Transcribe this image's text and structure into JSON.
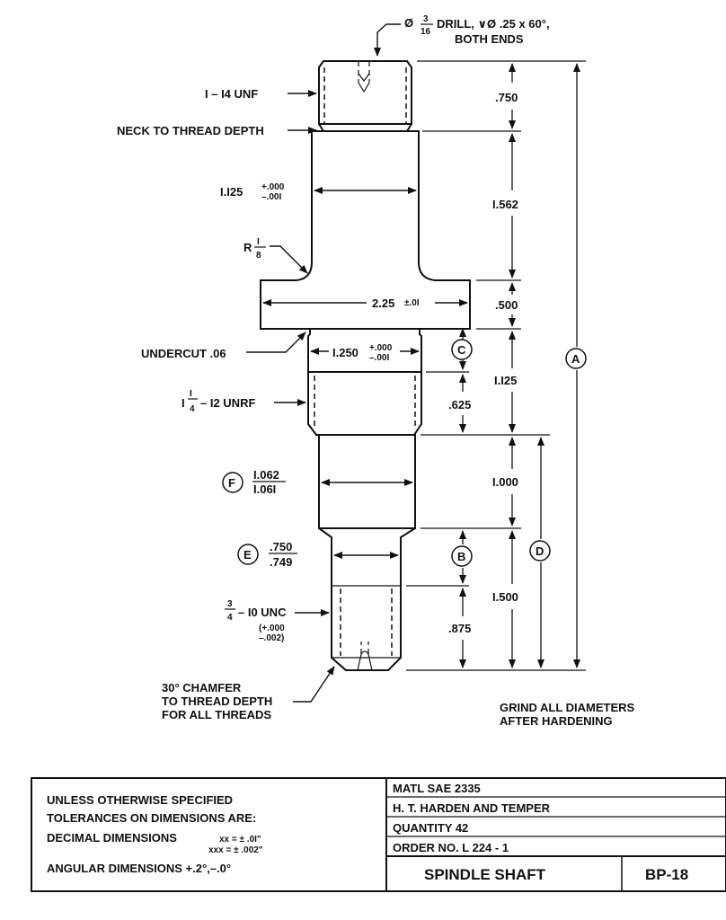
{
  "drawing": {
    "drill_note": {
      "dia": "Ø",
      "num": "3",
      "den": "16",
      "text": "DRILL, ∨Ø .25 x 60°,",
      "line2": "BOTH ENDS"
    },
    "thread_top": "I – I4 UNF",
    "neck": "NECK TO THREAD DEPTH",
    "dia_1125": "I.I25",
    "tol_1125_plus": "+.000",
    "tol_1125_minus": "–.00I",
    "radius": {
      "r": "R",
      "num": "I",
      "den": "8"
    },
    "flange": {
      "value": "2.25",
      "tol": "±.0I"
    },
    "undercut": "UNDERCUT .06",
    "dia_1250": "I.250",
    "tol_1250_plus": "+.000",
    "tol_1250_minus": "–.00I",
    "unrf": {
      "whole": "I",
      "num": "I",
      "den": "4",
      "text": "– I2 UNRF"
    },
    "f_label": "F",
    "f_num": "I.062",
    "f_den": "I.06I",
    "e_label": "E",
    "e_num": ".750",
    "e_den": ".749",
    "unc": {
      "num": "3",
      "den": "4",
      "text": "– I0 UNC",
      "tol_plus": "(+.000",
      "tol_minus": "–.002)"
    },
    "chamfer": [
      "30° CHAMFER",
      "TO THREAD DEPTH",
      "FOR ALL THREADS"
    ],
    "grind": [
      "GRIND ALL DIAMETERS",
      "AFTER HARDENING"
    ],
    "dims_right": [
      ".750",
      "I.562",
      ".500",
      "I.I25",
      ".625",
      "I.000",
      "I.500",
      ".875"
    ],
    "bubbles": {
      "a": "A",
      "b": "B",
      "c": "C",
      "d": "D"
    }
  },
  "title_block": {
    "tolerance_heading": [
      "UNLESS OTHERWISE SPECIFIED",
      "TOLERANCES ON DIMENSIONS ARE:"
    ],
    "decimal_label": "DECIMAL DIMENSIONS",
    "xx": "xx = ± .0I\"",
    "xxx": "xxx = ± .002\"",
    "angular": "ANGULAR DIMENSIONS  +.2°,–.0°",
    "matl": "MATL   SAE 2335",
    "heat": "H. T. HARDEN AND TEMPER",
    "quantity": "QUANTITY   42",
    "order": "ORDER NO.    L 224 - 1",
    "part_name": "SPINDLE SHAFT",
    "part_no": "BP-18"
  }
}
